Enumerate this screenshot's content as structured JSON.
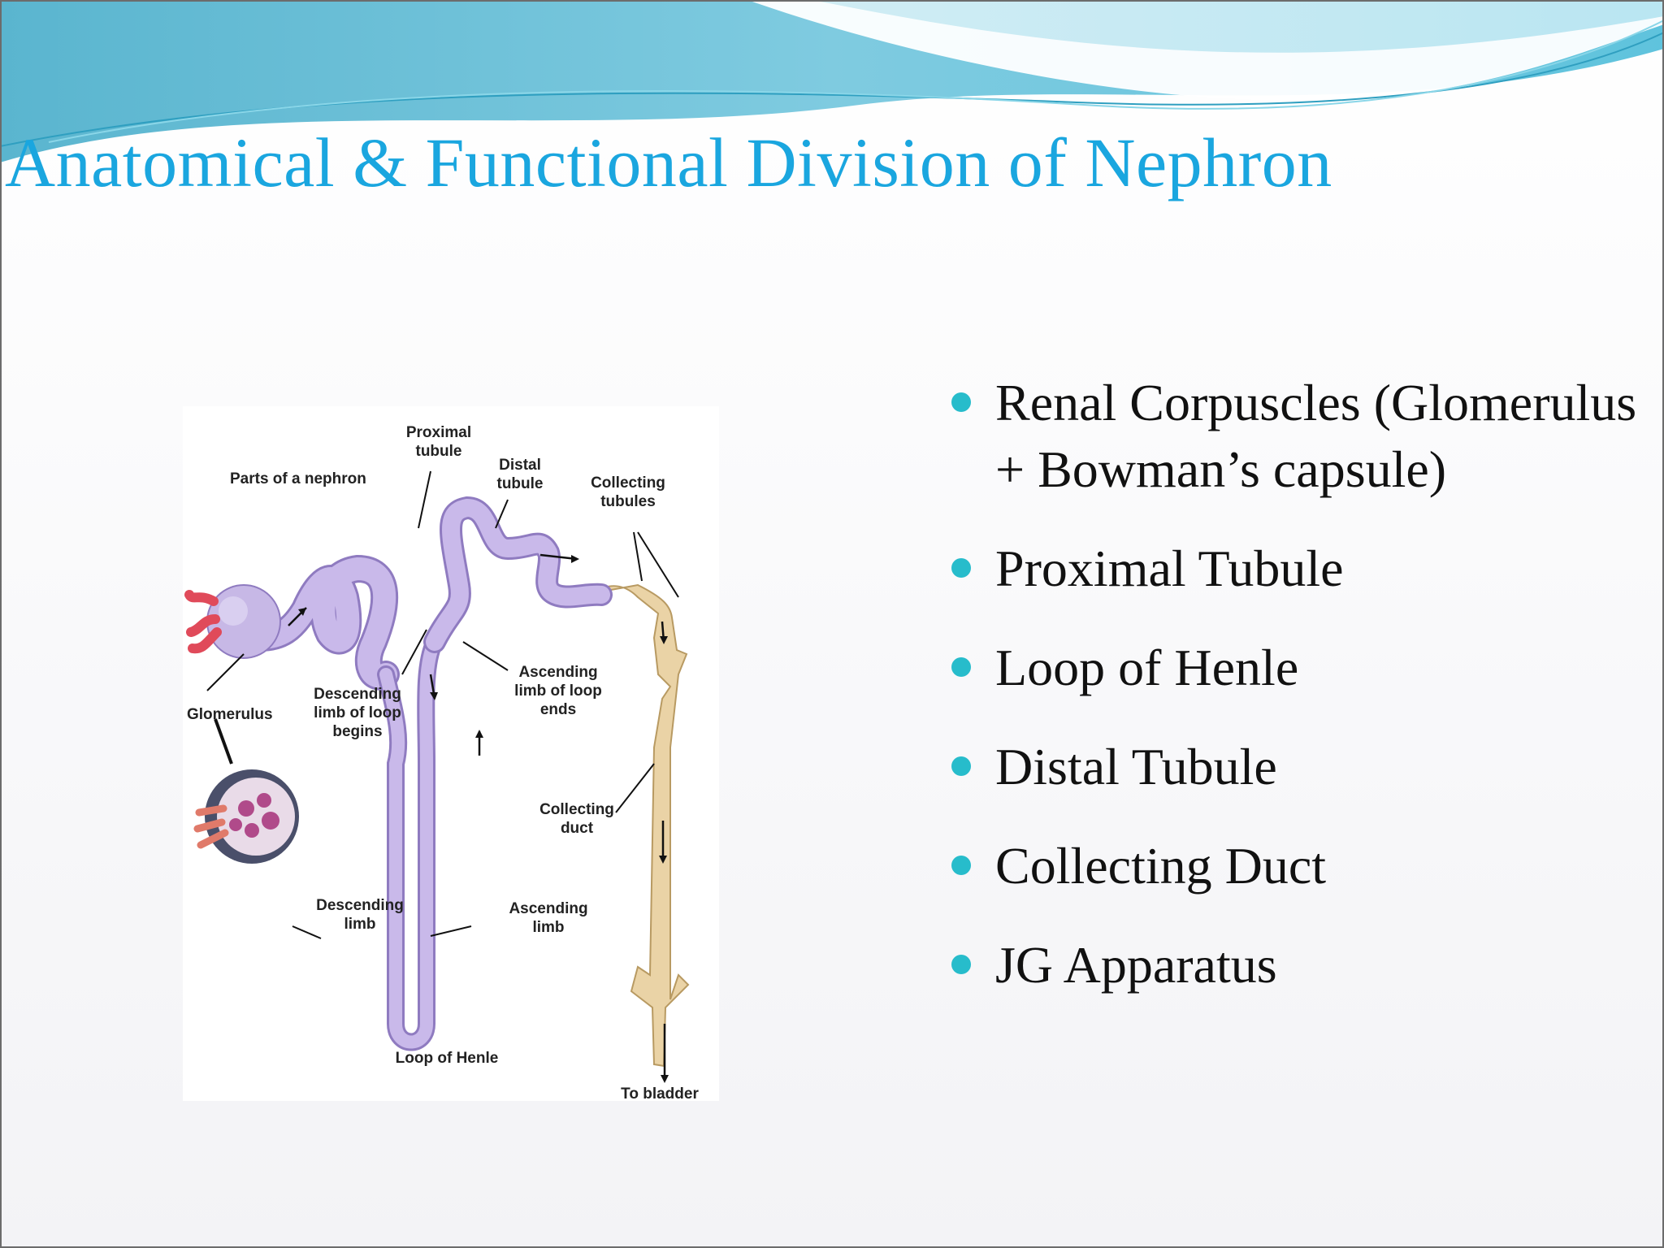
{
  "slide": {
    "title": "Anatomical & Functional Division of Nephron",
    "accent_color": "#1aa6df",
    "bullet_color": "#27bccb"
  },
  "bullets": [
    "Renal Corpuscles (Glomerulus + Bowman’s capsule)",
    "Proximal Tubule",
    "Loop of Henle",
    "Distal Tubule",
    "Collecting Duct",
    "JG Apparatus"
  ],
  "figure": {
    "labels": {
      "parts": "Parts of a nephron",
      "proximal_1": "Proximal",
      "proximal_2": "tubule",
      "distal_1": "Distal",
      "distal_2": "tubule",
      "collecting_tubules_1": "Collecting",
      "collecting_tubules_2": "tubules",
      "glomerulus": "Glomerulus",
      "desc_begins_1": "Descending",
      "desc_begins_2": "limb of loop",
      "desc_begins_3": "begins",
      "asc_ends_1": "Ascending",
      "asc_ends_2": "limb of loop",
      "asc_ends_3": "ends",
      "collecting_duct_1": "Collecting",
      "collecting_duct_2": "duct",
      "desc_limb_1": "Descending",
      "desc_limb_2": "limb",
      "asc_limb_1": "Ascending",
      "asc_limb_2": "limb",
      "loop": "Loop of Henle",
      "bladder": "To bladder"
    }
  }
}
